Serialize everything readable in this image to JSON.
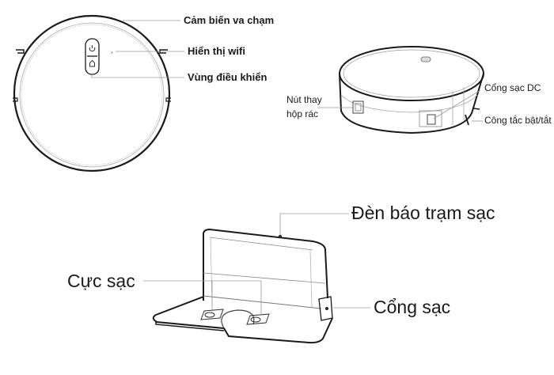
{
  "top_view": {
    "labels": {
      "bumper_sensor": "Cảm biến va chạm",
      "wifi_indicator": "Hiển thị wifi",
      "control_area": "Vùng điều khiển"
    },
    "icons": [
      "power-icon",
      "home-icon"
    ]
  },
  "side_view": {
    "labels": {
      "dustbin_release_line1": "Nút thay",
      "dustbin_release_line2": "hộp rác",
      "dc_port": "Cổng sạc DC",
      "power_switch": "Công tắc bật/tắt"
    }
  },
  "dock": {
    "labels": {
      "indicator_light": "Đèn báo trạm sạc",
      "charging_contacts": "Cực sạc",
      "charging_port": "Cổng sạc"
    }
  },
  "colors": {
    "outline": "#1a1a1a",
    "thin_line": "#9a9a9a",
    "background": "#ffffff"
  }
}
